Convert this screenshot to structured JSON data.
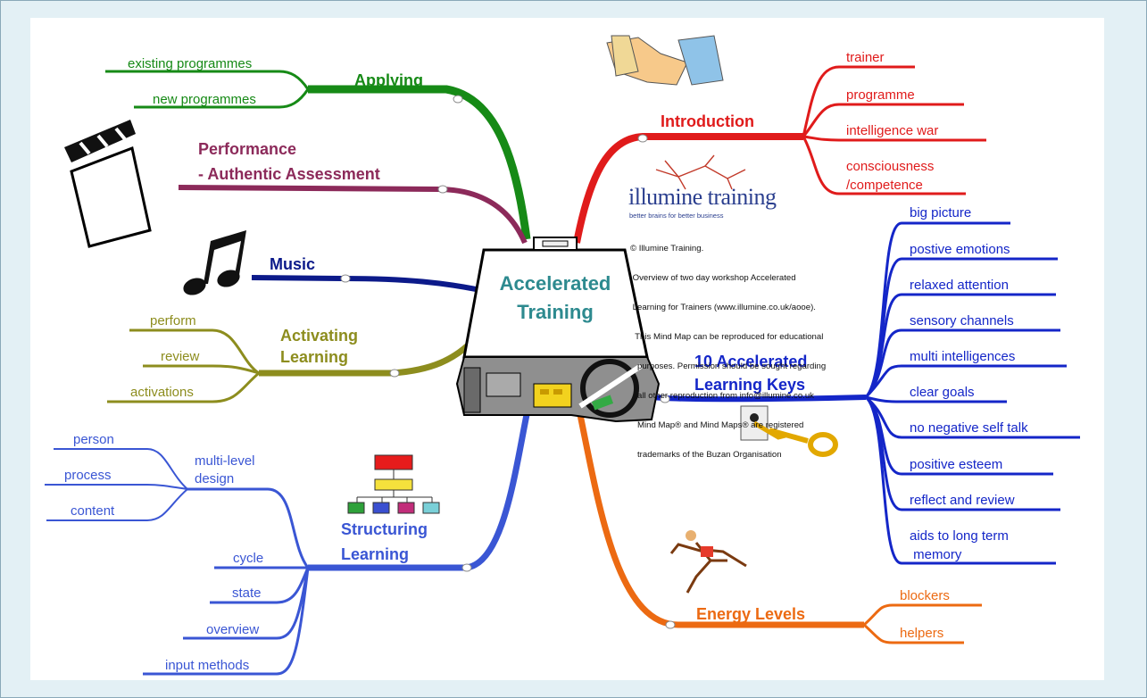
{
  "center": {
    "line1": "Accelerated",
    "line2": "Training"
  },
  "branches": {
    "applying": {
      "title": "Applying",
      "color": "#168a16",
      "items": [
        "existing programmes",
        "new programmes"
      ]
    },
    "performance": {
      "title_line1": "Performance",
      "title_line2": "- Authentic Assessment",
      "color": "#8c2a5a"
    },
    "music": {
      "title": "Music",
      "color": "#0c1a8a"
    },
    "activating": {
      "title_line1": "Activating",
      "title_line2": "Learning",
      "color": "#8d8d1e",
      "items": [
        "perform",
        "review",
        "activations"
      ]
    },
    "structuring": {
      "title_line1": "Structuring",
      "title_line2": "Learning",
      "color": "#3a56d4",
      "design_line1": "multi-level",
      "design_line2": "design",
      "design_items": [
        "person",
        "process",
        "content"
      ],
      "items": [
        "cycle",
        "state",
        "overview",
        "input methods"
      ]
    },
    "introduction": {
      "title": "Introduction",
      "color": "#e01b1b",
      "items": [
        "trainer",
        "programme",
        "intelligence war",
        "consciousness",
        "/competence"
      ]
    },
    "keys": {
      "title_line1": "10 Accelerated",
      "title_line2": "Learning Keys",
      "color": "#1426c8",
      "items": [
        "big picture",
        "postive emotions",
        "relaxed attention",
        "sensory channels",
        "multi intelligences",
        "clear goals",
        "no negative self talk",
        "positive esteem",
        "reflect and review",
        "aids to long term",
        " memory"
      ]
    },
    "energy": {
      "title": "Energy Levels",
      "color": "#ec6a12",
      "items": [
        "blockers",
        "helpers"
      ]
    }
  },
  "logo": {
    "name": "illumine training",
    "tagline": "better brains for better business"
  },
  "copyright": [
    "© Illumine Training.",
    " Overview of two day workshop Accelerated",
    " Learning for Trainers (www.illumine.co.uk/aooe).",
    "  This Mind Map can be reproduced for educational",
    "   purposes. Permission should be sought regarding",
    "   all other reproduction from info@illumine.co.uk",
    "   Mind Map® and Mind Maps® are registered",
    "   trademarks of the Buzan Organisation"
  ],
  "icons": [
    "handshake-icon",
    "clapperboard-icon",
    "music-note-icon",
    "org-chart-icon",
    "key-icon",
    "runner-icon",
    "brain-icon",
    "dashboard-icon"
  ]
}
